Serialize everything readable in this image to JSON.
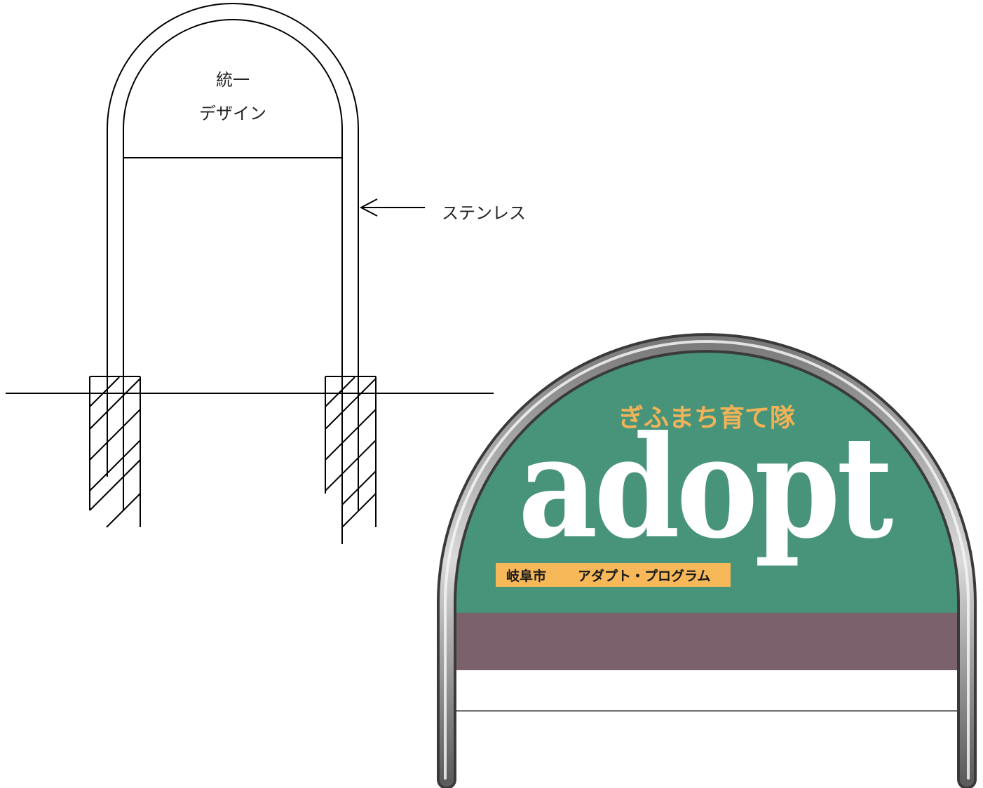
{
  "drawing": {
    "panel_label_line1": "統一",
    "panel_label_line2": "デザイン",
    "material_label": "ステンレス"
  },
  "sign": {
    "subtitle": "ぎふまち育て隊",
    "logo_text": "adopt",
    "program_label_prefix": "岐阜市",
    "program_label": "アダプト・プログラム"
  },
  "colors": {
    "green_panel": "#48947a",
    "mauve_band": "#7b616c",
    "orange_accent": "#f2b257",
    "label_box": "#f7b85a",
    "frame_steel": "#8e8e8e"
  },
  "icons": {
    "leader_arrow": "arrow-left-icon"
  }
}
